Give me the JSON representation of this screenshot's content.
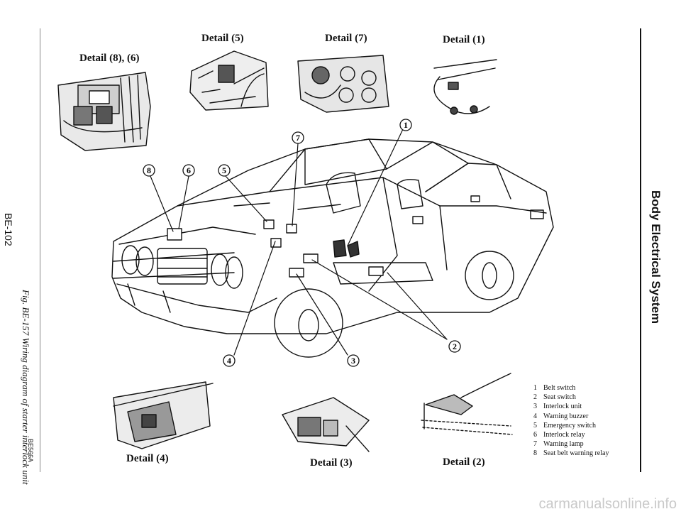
{
  "details": {
    "d86": "Detail (8), (6)",
    "d5": "Detail (5)",
    "d7": "Detail (7)",
    "d1": "Detail (1)",
    "d4": "Detail (4)",
    "d3": "Detail (3)",
    "d2": "Detail (2)"
  },
  "callouts": {
    "c1": "1",
    "c2": "2",
    "c3": "3",
    "c4": "4",
    "c5": "5",
    "c6": "6",
    "c7": "7",
    "c8": "8"
  },
  "legend": [
    {
      "num": "1",
      "label": "Belt switch"
    },
    {
      "num": "2",
      "label": "Seat switch"
    },
    {
      "num": "3",
      "label": "Interlock unit"
    },
    {
      "num": "4",
      "label": "Warning buzzer"
    },
    {
      "num": "5",
      "label": "Emergency switch"
    },
    {
      "num": "6",
      "label": "Interlock relay"
    },
    {
      "num": "7",
      "label": "Warning lamp"
    },
    {
      "num": "8",
      "label": "Seat belt warning relay"
    }
  ],
  "side_title": "Body Electrical System",
  "page_number": "BE-102",
  "figure_caption": "Fig. BE-157  Wiring diagram of starter interlock unit",
  "figure_code": "BE566A",
  "watermark": "carmanualsonline.info"
}
